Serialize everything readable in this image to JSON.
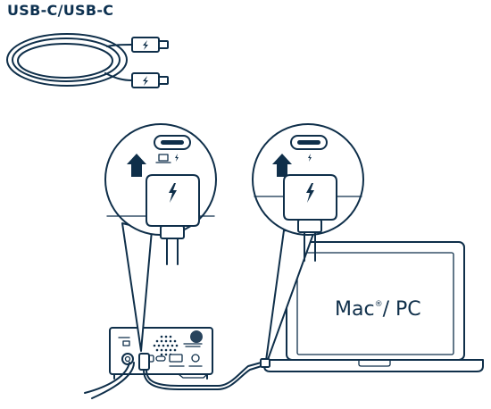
{
  "cable_title": "USB-C/USB-C",
  "computer_label": {
    "brand": "Mac",
    "mark": "®",
    "suffix": "/ PC"
  },
  "icons": {
    "cable": "usb-c-cable-icon",
    "thunderbolt": "thunderbolt-icon",
    "computer": "computer-icon",
    "arrow": "up-arrow-icon"
  },
  "colors": {
    "ink": "#0f2f4a",
    "background": "#ffffff"
  }
}
